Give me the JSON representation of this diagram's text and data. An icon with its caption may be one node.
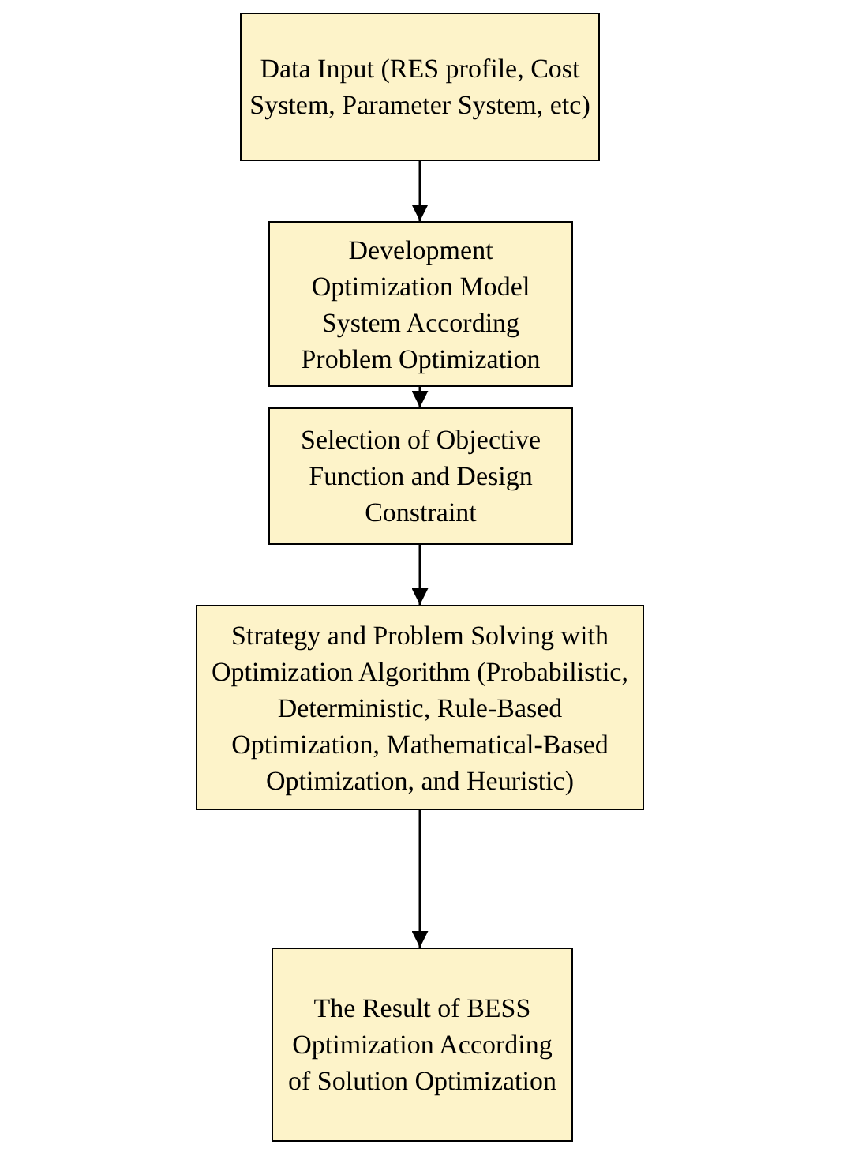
{
  "diagram": {
    "nodes": [
      {
        "text": [
          "Data Input (RES profile, Cost System, Parameter System, etc)"
        ]
      },
      {
        "text": [
          "Development Optimization Model System According Problem Optimization"
        ]
      },
      {
        "text": [
          "Selection of Objective Function and Design Constraint"
        ]
      },
      {
        "text": [
          "Strategy and Problem Solving with Optimization Algorithm (Probabilistic, Deterministic, Rule-Based Optimization, Mathematical-Based Optimization, and Heuristic)"
        ]
      },
      {
        "text": [
          "The Result of BESS Optimization According of Solution Optimization"
        ]
      }
    ],
    "edges": [
      {
        "from": 0,
        "to": 1,
        "arrow": "to"
      },
      {
        "from": 1,
        "to": 2,
        "arrow": "to"
      },
      {
        "from": 2,
        "to": 3,
        "arrow": "to"
      },
      {
        "from": 3,
        "to": 4,
        "arrow": "to"
      }
    ]
  }
}
